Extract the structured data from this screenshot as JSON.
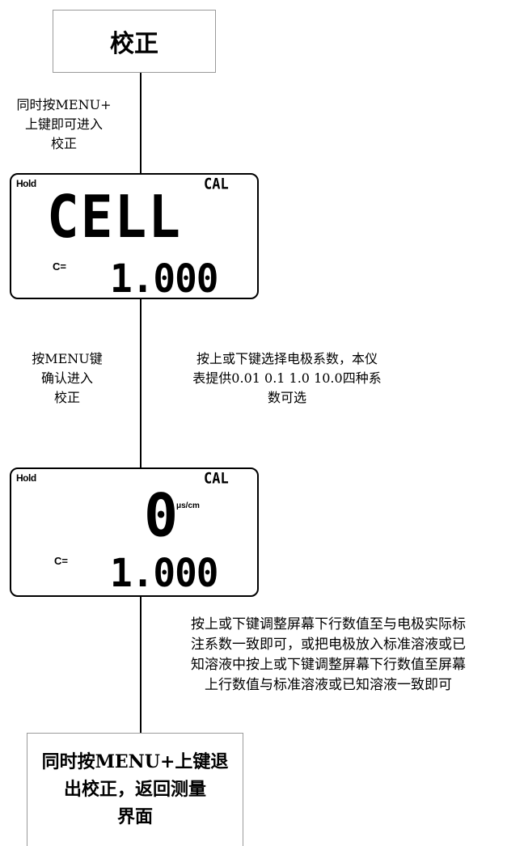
{
  "start": {
    "label": "校正"
  },
  "step1_note": [
    "同时按MENU+",
    "上键即可进入",
    "校正"
  ],
  "lcd1": {
    "hold": "Hold",
    "mode": "CAL",
    "main": "CELL",
    "c_label": "C=",
    "value": "1.000"
  },
  "step2_note_left": [
    "按MENU键",
    "确认进入",
    "校正"
  ],
  "step2_note_right": [
    "按上或下键选择电极系数，本仪",
    "表提供0.01 0.1 1.0 10.0四种系",
    "数可选"
  ],
  "lcd2": {
    "hold": "Hold",
    "mode": "CAL",
    "main": "0",
    "unit": "μs/cm",
    "c_label": "C=",
    "value": "1.000"
  },
  "step3_note": [
    "按上或下键调整屏幕下行数值至与电极实际标",
    "注系数一致即可，或把电极放入标准溶液或已",
    "知溶液中按上或下键调整屏幕下行数值至屏幕",
    "上行数值与标准溶液或已知溶液一致即可"
  ],
  "end": {
    "lines": [
      "同时按MENU+上键退",
      "出校正，返回测量",
      "界面"
    ]
  }
}
